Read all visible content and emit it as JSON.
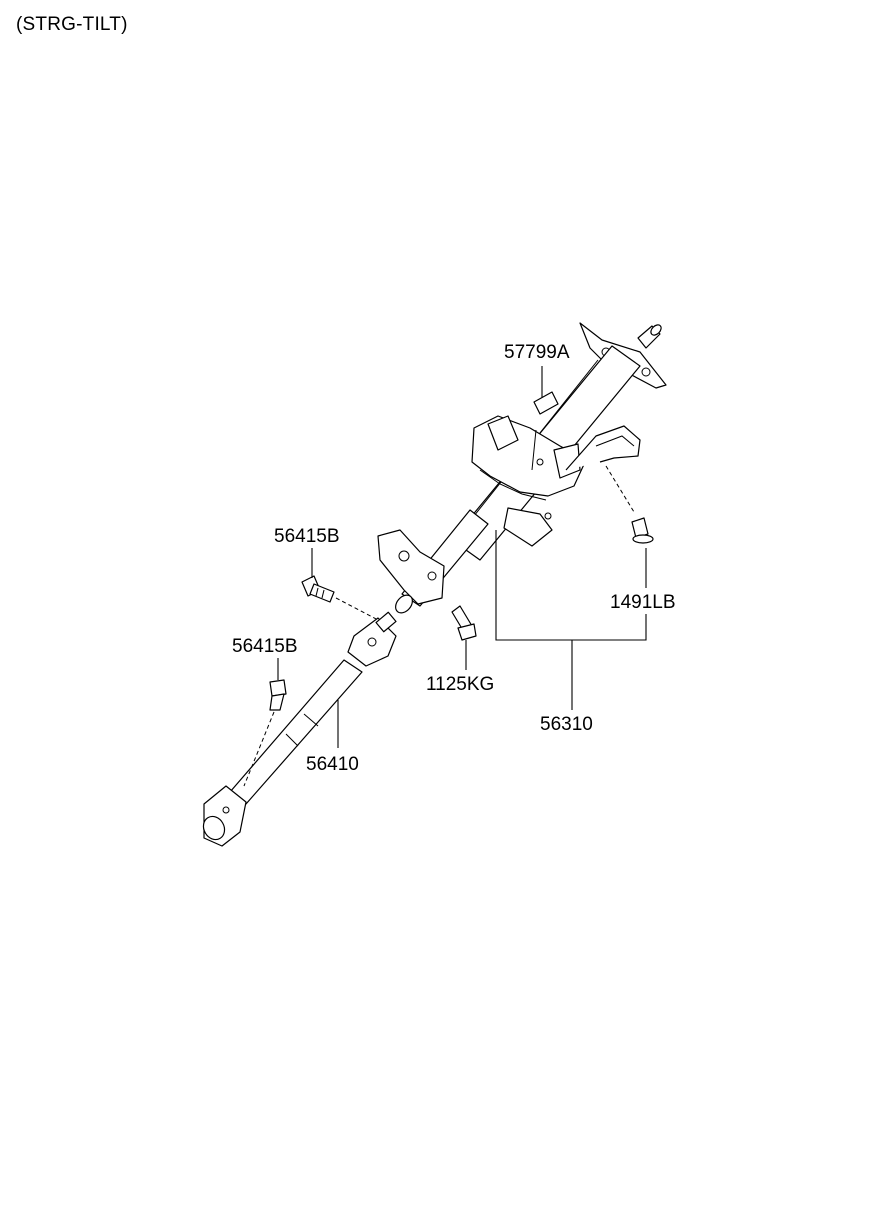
{
  "header": {
    "title": "(STRG-TILT)"
  },
  "labels": {
    "57799A": "57799A",
    "56415B_upper": "56415B",
    "56415B_lower": "56415B",
    "1491LB": "1491LB",
    "1125KG": "1125KG",
    "56310": "56310",
    "56410": "56410"
  }
}
